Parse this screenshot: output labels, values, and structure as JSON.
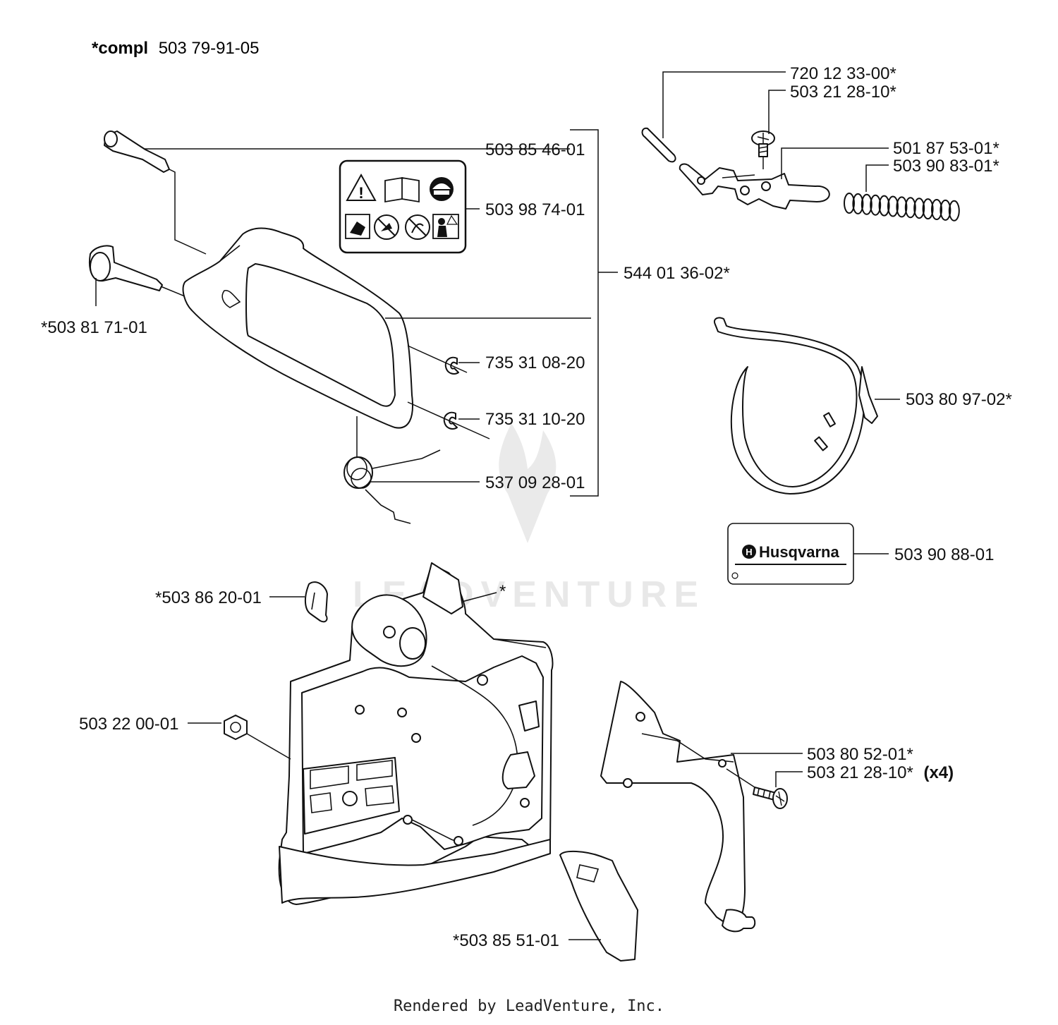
{
  "header": {
    "compl_prefix": "*compl",
    "compl_number": "503 79-91-05"
  },
  "callouts": {
    "pin": "720 12 33-00*",
    "screw_top": "503 21 28-10*",
    "chain_brake_lever": "501 87 53-01*",
    "spring": "503 90 83-01*",
    "bolt_top": "503 85 46-01",
    "warning_decal": "503 98 74-01",
    "guard_assembly": "544 01 36-02*",
    "bolt_left": "*503 81 71-01",
    "circlip_1": "735 31 08-20",
    "circlip_2": "735 31 10-20",
    "torsion_spring": "537 09 28-01",
    "brake_band": "503 80 97-02*",
    "brand_decal": "503 90 88-01",
    "clip": "*503 86 20-01",
    "asterisk": "*",
    "nut": "503 22 00-01",
    "plate": "503 80 52-01*",
    "screw_bottom": "503 21 28-10*",
    "screw_bottom_qty": "(x4)",
    "cover_plate": "*503 85 51-01"
  },
  "brand": {
    "name": "Husqvarna"
  },
  "watermark": {
    "text": "LEADVENTURE"
  },
  "footer": {
    "text": "Rendered by LeadVenture, Inc."
  }
}
